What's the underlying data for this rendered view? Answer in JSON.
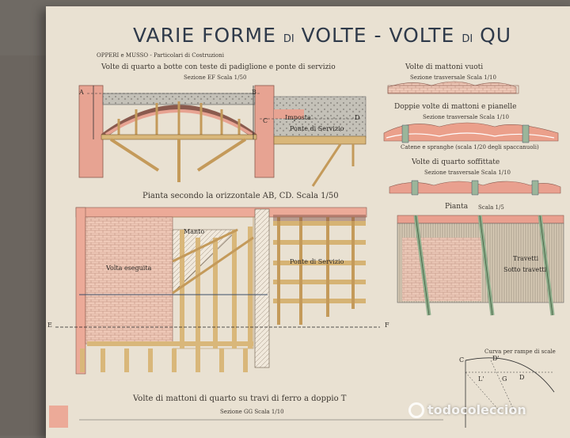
{
  "header": {
    "title_part1": "VARIE FORME",
    "title_di_1": "DI",
    "title_part2": "VOLTE - VOLTE",
    "title_di_2": "DI",
    "title_part3": "QU",
    "authors": "OPPERI e MUSSO - Particolari di Costruzioni"
  },
  "section_top_left": {
    "heading": "Volte di quarto a botte con teste di padiglione e ponte di servizio",
    "subheading": "Sezione EF Scala 1/50",
    "label_a": "A",
    "label_b": "B",
    "label_c": "C",
    "label_d": "D",
    "label_imposta": "Imposta",
    "label_ponte": "Ponte di Servizio"
  },
  "section_top_right": {
    "heading1": "Volte di mattoni vuoti",
    "sub1": "Sezione trasversale Scala 1/10",
    "heading2": "Doppie volte di mattoni e pianelle",
    "sub2": "Sezione trasversale Scala 1/10",
    "note2": "Catene e spranghe (scala 1/20 degli spaccanuoli)",
    "heading3": "Volte di quarto soffittate",
    "sub3": "Sezione trasversale Scala 1/10",
    "pianta": "Pianta",
    "pianta_scale": "Scala 1/5",
    "label_travetti": "Travetti",
    "label_sotto": "Sotto travetti"
  },
  "section_plan": {
    "heading": "Pianta secondo la orizzontale AB, CD. Scala 1/50",
    "label_volta": "Volta eseguita",
    "label_manto": "Manto",
    "label_ponte": "Ponte di Servizio",
    "label_e": "E",
    "label_f": "F"
  },
  "section_bottom": {
    "heading": "Volte di mattoni di quarto su travi di ferro a doppio T",
    "subheading": "Sezione GG Scala 1/10",
    "curve_heading": "Curva per rampe di scale",
    "label_c": "C",
    "label_d": "D'",
    "label_l": "L'",
    "label_g": "G",
    "label_d2": "D"
  },
  "watermark": {
    "text": "todocoleccion"
  },
  "colors": {
    "paper": "#e9e1d2",
    "brick_pink": "#e9a08f",
    "wood": "#d9b77a",
    "ink": "#2f3a4a",
    "steel": "#8fae8c"
  }
}
